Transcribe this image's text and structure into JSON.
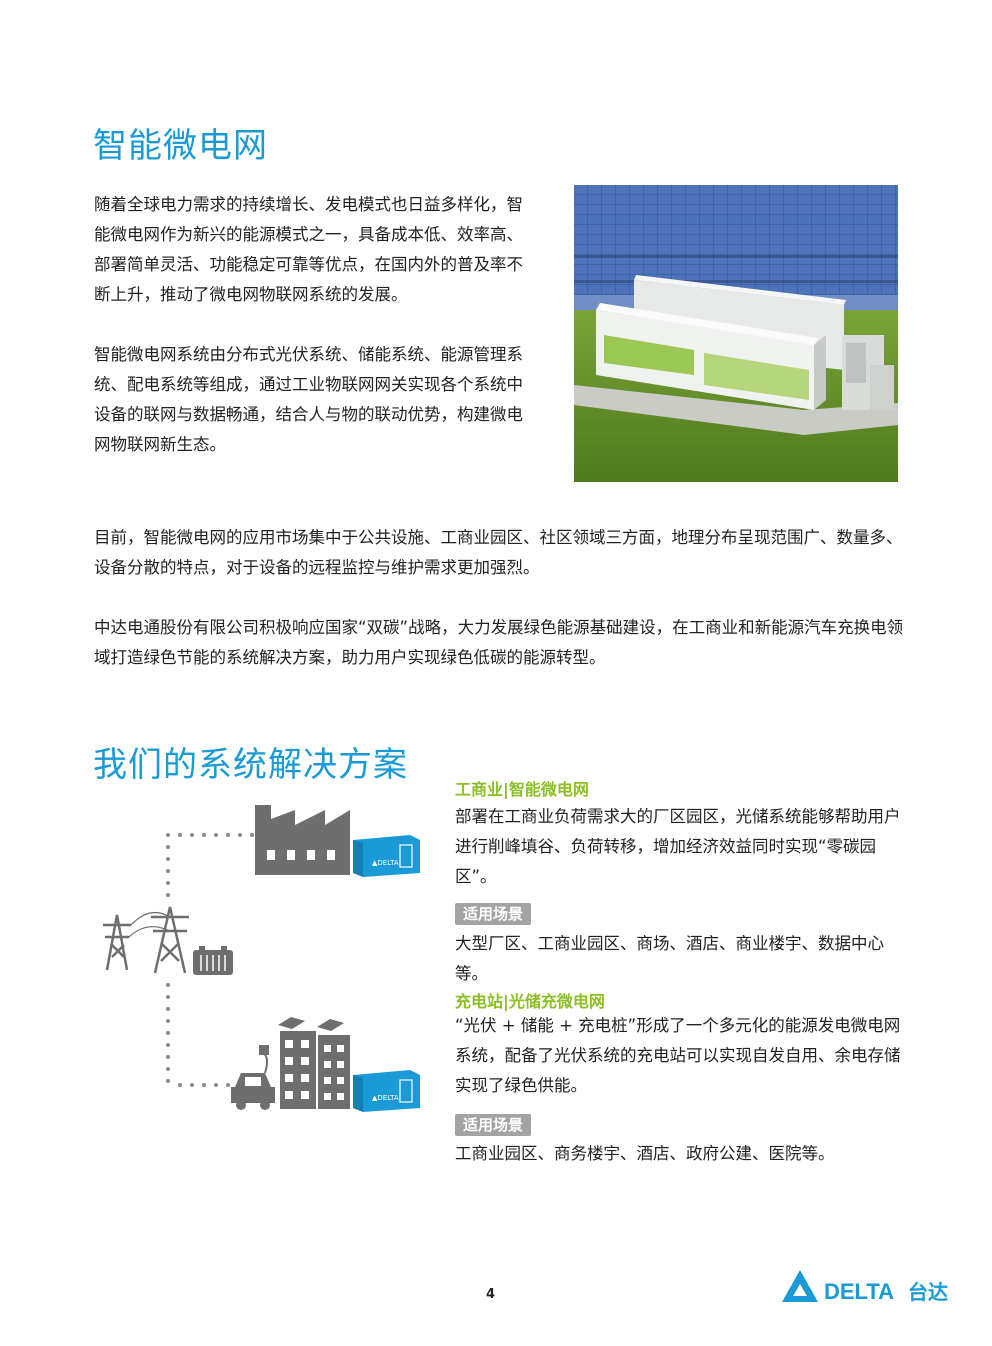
{
  "section1": {
    "title": "智能微电网",
    "para1": "随着全球电力需求的持续增长、发电模式也日益多样化，智能微电网作为新兴的能源模式之一，具备成本低、效率高、部署简单灵活、功能稳定可靠等优点，在国内外的普及率不断上升，推动了微电网物联网系统的发展。",
    "para2": "智能微电网系统由分布式光伏系统、储能系统、能源管理系统、配电系统等组成，通过工业物联网网关实现各个系统中设备的联网与数据畅通，结合人与物的联动优势，构建微电网物联网新生态。",
    "para3": "目前，智能微电网的应用市场集中于公共设施、工商业园区、社区领域三方面，地理分布呈现范围广、数量多、设备分散的特点，对于设备的远程监控与维护需求更加强烈。",
    "para4": "中达电通股份有限公司积极响应国家“双碳”战略，大力发展绿色能源基础建设，在工商业和新能源汽车充换电领域打造绿色节能的系统解决方案，助力用户实现绿色低碳的能源转型。"
  },
  "section2": {
    "title": "我们的系统解决方案",
    "solutions": [
      {
        "heading": "工商业|智能微电网",
        "desc": "部署在工商业负荷需求大的厂区园区，光储系统能够帮助用户进行削峰填谷、负荷转移，增加经济效益同时实现“零碳园区”。",
        "tag": "适用场景",
        "scenes": "大型厂区、工商业园区、商场、酒店、商业楼宇、数据中心等。"
      },
      {
        "heading": "充电站|光储充微电网",
        "desc": "“光伏 + 储能 + 充电桩”形成了一个多元化的能源发电微电网系统，配备了光伏系统的充电站可以实现自发自用、余电存储实现了绿色供能。",
        "tag": "适用场景",
        "scenes": "工商业园区、商务楼宇、酒店、政府公建、医院等。"
      }
    ]
  },
  "footer": {
    "page_number": "4",
    "logo_text": "DELTA",
    "logo_cn": "台达"
  },
  "colors": {
    "title_blue": "#1a9ad6",
    "accent_green": "#8cbf26",
    "tag_gray": "#a3a3a3",
    "icon_gray": "#6e6e6e",
    "delta_blue": "#1a9ad6"
  }
}
